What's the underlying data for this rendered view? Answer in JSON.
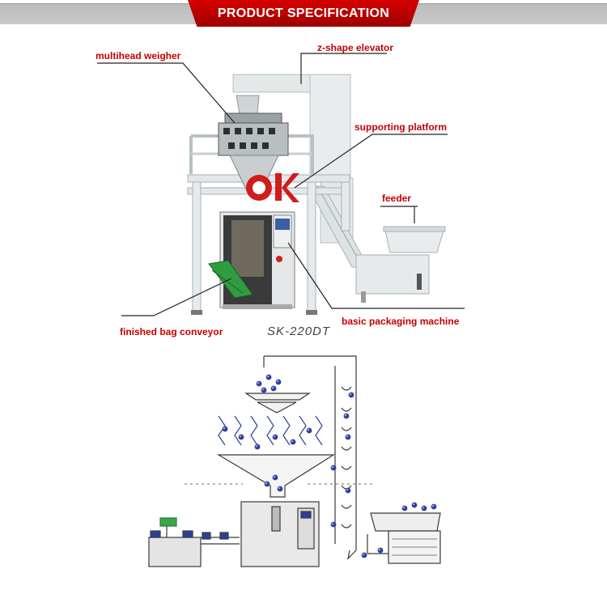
{
  "header": {
    "title": "PRODUCT SPECIFICATION"
  },
  "callouts": {
    "multihead_weigher": "multihead weigher",
    "z_shape_elevator": "z-shape elevator",
    "supporting_platform": "supporting platform",
    "feeder": "feeder",
    "basic_packaging_machine": "basic packaging machine",
    "finished_bag_conveyor": "finished bag conveyor"
  },
  "model": "SK-220DT",
  "colors": {
    "banner": "#c40000",
    "callout_text": "#c40000",
    "machine_frame": "#e6ebec",
    "diagram_blue": "#2d3f9c",
    "panel_green": "#3aa64a"
  }
}
